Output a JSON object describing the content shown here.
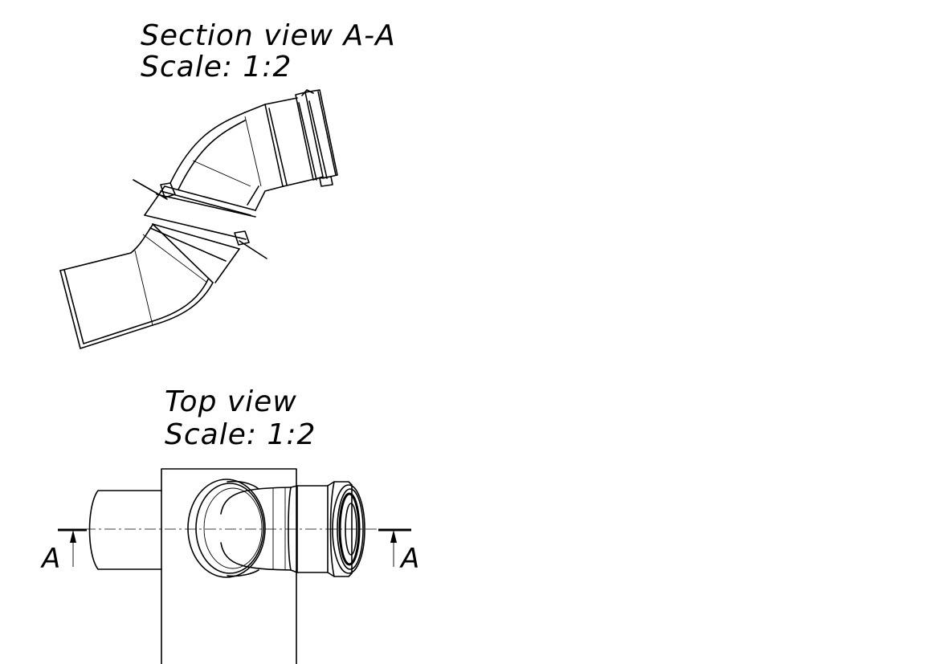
{
  "section_view": {
    "title": "Section view A-A",
    "scale": "Scale:  1:2"
  },
  "top_view": {
    "title": "Top view",
    "scale": "Scale:  1:2"
  },
  "cutting_plane": {
    "left_letter": "A",
    "right_letter": "A"
  },
  "colors": {
    "line": "#000000",
    "background": "#ffffff"
  }
}
